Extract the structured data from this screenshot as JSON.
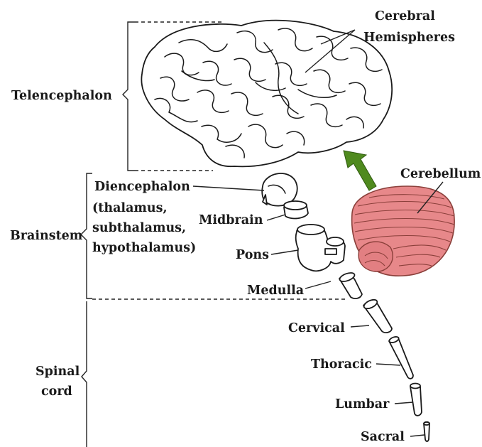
{
  "labels": {
    "telencephalon": "Telencephalon",
    "cerebral_1": "Cerebral",
    "cerebral_2": "Hemispheres",
    "cerebellum": "Cerebellum",
    "diencephalon_1": "Diencephalon",
    "diencephalon_2": "(thalamus,",
    "diencephalon_3": "subthalamus,",
    "diencephalon_4": "hypothalamus)",
    "midbrain": "Midbrain",
    "pons": "Pons",
    "medulla": "Medulla",
    "brainstem": "Brainstem",
    "cervical": "Cervical",
    "thoracic": "Thoracic",
    "lumbar": "Lumbar",
    "sacral": "Sacral",
    "spinal_1": "Spinal",
    "spinal_2": "cord"
  },
  "colors": {
    "cerebellum_fill": "#e7888a",
    "cerebellum_stripe": "#8a3f3a",
    "arrow_fill": "#4f8a1e",
    "outline": "#1a1a1a"
  }
}
